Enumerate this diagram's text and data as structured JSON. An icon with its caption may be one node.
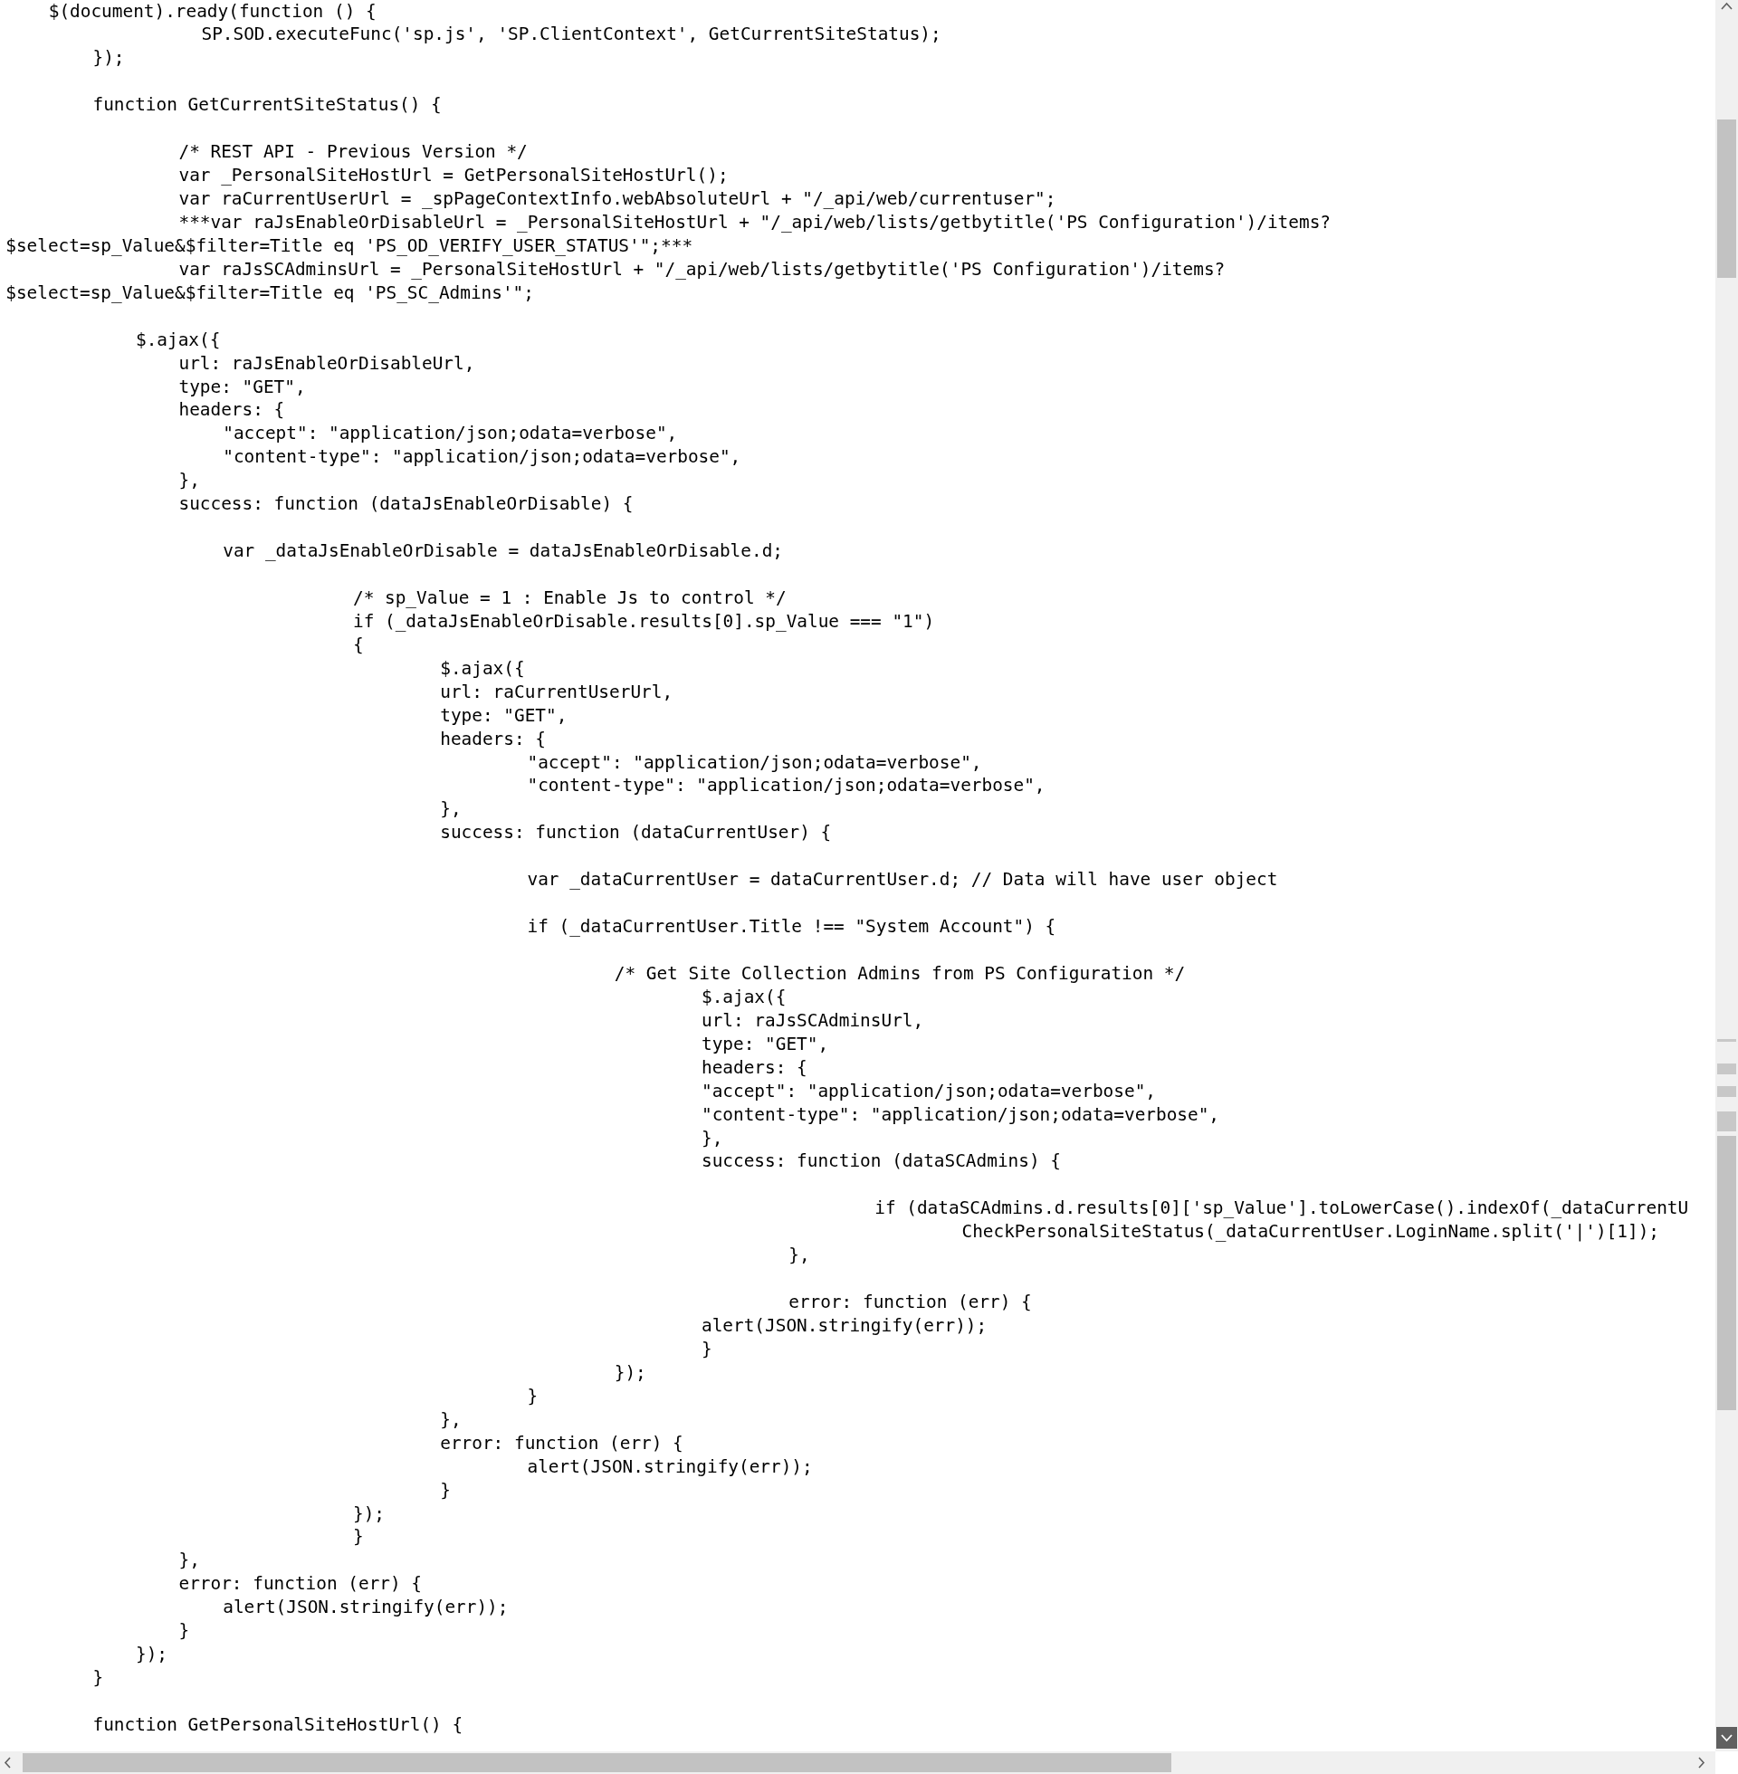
{
  "diagram": {
    "labels": [
      "$(document).ready(function () {",
      "SP.SOD.executeFunc('sp.js', 'SP.ClientContext', GetCurrentSiteStatus);",
      "});",
      "function GetCurrentSiteStatus() {",
      "/* REST API - Previous Version */",
      "var _PersonalSiteHostUrl = GetPersonalSiteHostUrl();",
      "var raCurrentUserUrl = _spPageContextInfo.webAbsoluteUrl + \"/_api/web/currentuser\";",
      "***var raJsEnableOrDisableUrl = _PersonalSiteHostUrl + \"/_api/web/lists/getbytitle('PS Configuration')/items?",
      "$select=sp_Value&$filter=Title eq 'PS_OD_VERIFY_USER_STATUS'\";***",
      "var raJsSCAdminsUrl = _PersonalSiteHostUrl + \"/_api/web/lists/getbytitle('PS Configuration')/items?",
      "$select=sp_Value&$filter=Title eq 'PS_SC_Admins'\";",
      "$.ajax({",
      "url: raJsEnableOrDisableUrl,",
      "type: \"GET\",",
      "headers: {",
      "\"accept\": \"application/json;odata=verbose\",",
      "\"content-type\": \"application/json;odata=verbose\",",
      "},",
      "success: function (dataJsEnableOrDisable) {",
      "var _dataJsEnableOrDisable = dataJsEnableOrDisable.d;",
      "/* sp_Value = 1 : Enable Js to control */",
      "if (_dataJsEnableOrDisable.results[0].sp_Value === \"1\")",
      "{",
      "$.ajax({",
      "url: raCurrentUserUrl,",
      "type: \"GET\",",
      "headers: {",
      "\"accept\": \"application/json;odata=verbose\",",
      "\"content-type\": \"application/json;odata=verbose\",",
      "},",
      "success: function (dataCurrentUser) {",
      "var _dataCurrentUser = dataCurrentUser.d; // Data will have user object",
      "if (_dataCurrentUser.Title !== \"System Account\") {",
      "/* Get Site Collection Admins from PS Configuration */",
      "$.ajax({",
      "url: raJsSCAdminsUrl,",
      "type: \"GET\",",
      "headers: {",
      "\"accept\": \"application/json;odata=verbose\",",
      "\"content-type\": \"application/json;odata=verbose\",",
      "},",
      "success: function (dataSCAdmins) {",
      "if (dataSCAdmins.d.results[0]['sp_Value'].toLowerCase().indexOf(_dataCurrentU",
      "CheckPersonalSiteStatus(_dataCurrentUser.LoginName.split('|')[1]);",
      "},",
      "error: function (err) {",
      "alert(JSON.stringify(err));",
      "}",
      "});",
      "}",
      "},",
      "error: function (err) {",
      "alert(JSON.stringify(err));",
      "}",
      "});",
      "}",
      "},",
      "error: function (err) {",
      "alert(JSON.stringify(err));",
      "}",
      "});",
      "}",
      "function GetPersonalSiteHostUrl() {"
    ]
  }
}
